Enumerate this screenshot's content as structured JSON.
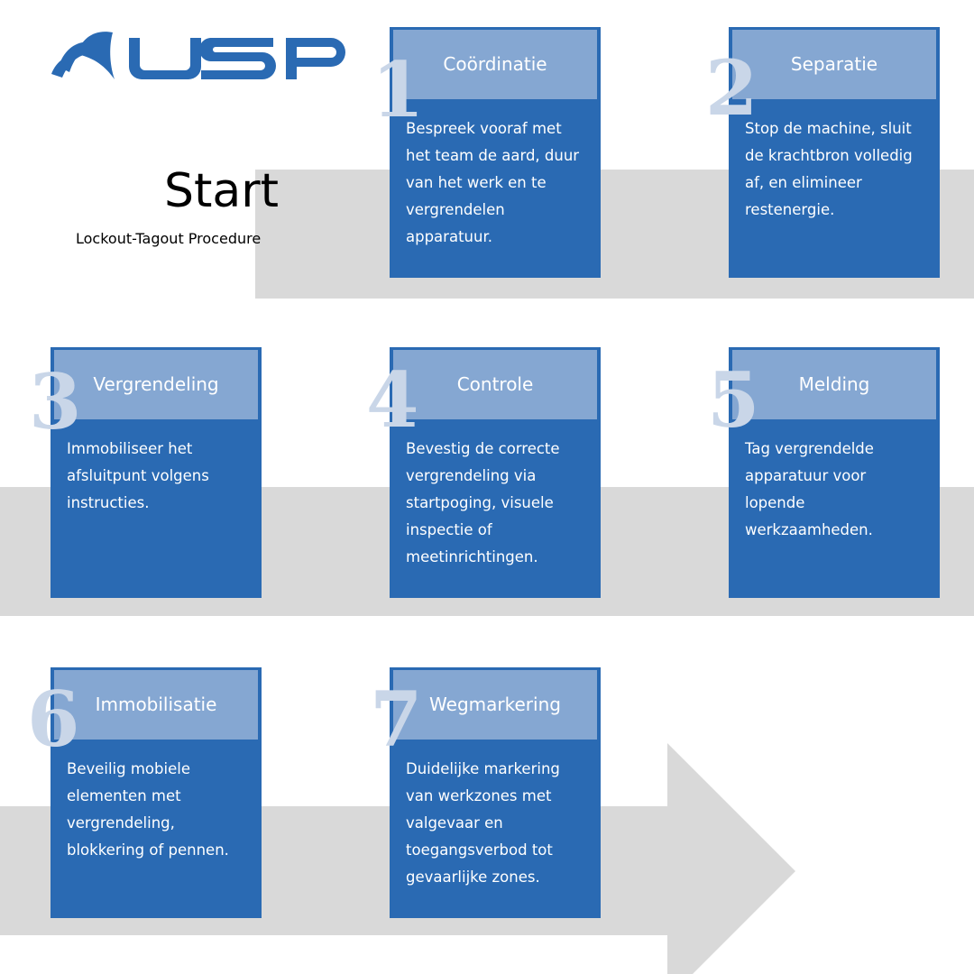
{
  "brand": {
    "logo_text": "USP",
    "logo_color": "#2a6ab3"
  },
  "intro": {
    "title": "Start",
    "subtitle": "Lockout-Tagout Procedure"
  },
  "colors": {
    "card_body": "#2a6ab3",
    "card_header": "#85a7d2",
    "step_number": "#c9d6e8",
    "band": "#d9d9d9"
  },
  "steps": [
    {
      "number": "1",
      "title": "Coördinatie",
      "text": "Bespreek vooraf met het team de aard, duur van het werk en te vergrendelen apparatuur."
    },
    {
      "number": "2",
      "title": "Separatie",
      "text": "Stop de machine, sluit de krachtbron volledig af, en elimineer restenergie."
    },
    {
      "number": "3",
      "title": "Vergrendeling",
      "text": "Immobiliseer het afsluitpunt volgens instructies."
    },
    {
      "number": "4",
      "title": "Controle",
      "text": "Bevestig de correcte vergrendeling via startpoging, visuele inspectie of meetinrichtingen."
    },
    {
      "number": "5",
      "title": "Melding",
      "text": "Tag vergrendelde apparatuur voor lopende werkzaamheden."
    },
    {
      "number": "6",
      "title": "Immobilisatie",
      "text": "Beveilig mobiele elementen met vergrendeling, blokkering of pennen."
    },
    {
      "number": "7",
      "title": "Wegmarkering",
      "text": "Duidelijke markering van werkzones met valgevaar en toegangsverbod tot gevaarlijke zones."
    }
  ]
}
